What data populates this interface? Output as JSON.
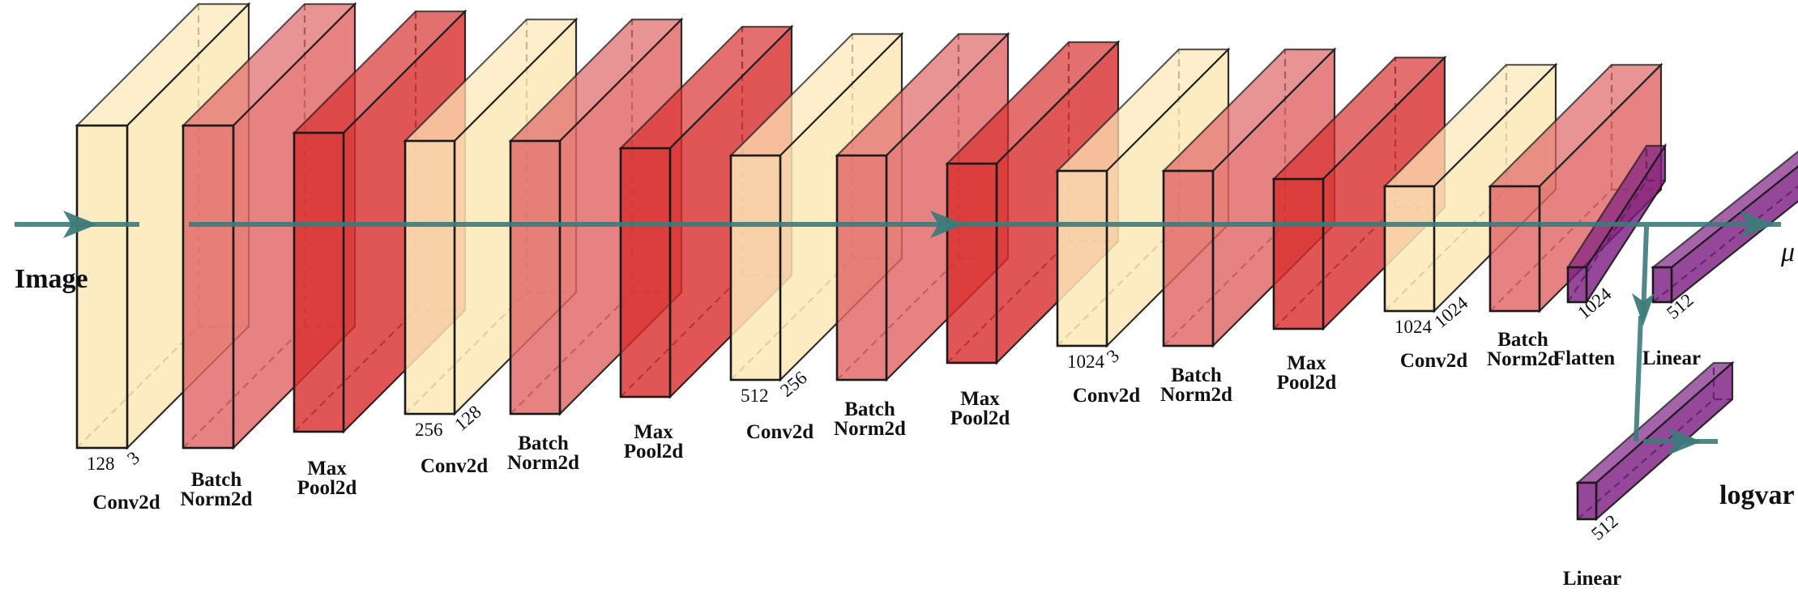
{
  "input_label": "Image",
  "output_labels": {
    "mu": "μ",
    "logvar": "logvar"
  },
  "colors": {
    "conv": "#fde7b7",
    "batchnorm": "#e06666",
    "maxpool": "#d93030",
    "linear": "#7a1a80",
    "flow": "#3d7a7a",
    "edge": "#1a1a1a"
  },
  "layers": [
    {
      "type": "conv",
      "label": [
        "Conv2d"
      ],
      "width_label": "128",
      "depth_label": "3"
    },
    {
      "type": "batchnorm",
      "label": [
        "Batch",
        "Norm2d"
      ]
    },
    {
      "type": "maxpool",
      "label": [
        "Max",
        "Pool2d"
      ]
    },
    {
      "type": "conv",
      "label": [
        "Conv2d"
      ],
      "width_label": "256",
      "depth_label": "128"
    },
    {
      "type": "batchnorm",
      "label": [
        "Batch",
        "Norm2d"
      ]
    },
    {
      "type": "maxpool",
      "label": [
        "Max",
        "Pool2d"
      ]
    },
    {
      "type": "conv",
      "label": [
        "Conv2d"
      ],
      "width_label": "512",
      "depth_label": "256"
    },
    {
      "type": "batchnorm",
      "label": [
        "Batch",
        "Norm2d"
      ]
    },
    {
      "type": "maxpool",
      "label": [
        "Max",
        "Pool2d"
      ]
    },
    {
      "type": "conv",
      "label": [
        "Conv2d"
      ],
      "width_label": "1024",
      "depth_label": "3"
    },
    {
      "type": "batchnorm",
      "label": [
        "Batch",
        "Norm2d"
      ]
    },
    {
      "type": "maxpool",
      "label": [
        "Max",
        "Pool2d"
      ]
    },
    {
      "type": "conv",
      "label": [
        "Conv2d"
      ],
      "width_label": "1024",
      "depth_label": "1024"
    },
    {
      "type": "batchnorm",
      "label": [
        "Batch",
        "Norm2d"
      ]
    }
  ],
  "flatten": {
    "label": "Flatten",
    "dim_label": "1024"
  },
  "linear_mu": {
    "label": "Linear",
    "dim_label": "512"
  },
  "linear_logvar": {
    "label": "Linear",
    "dim_label": "512"
  }
}
